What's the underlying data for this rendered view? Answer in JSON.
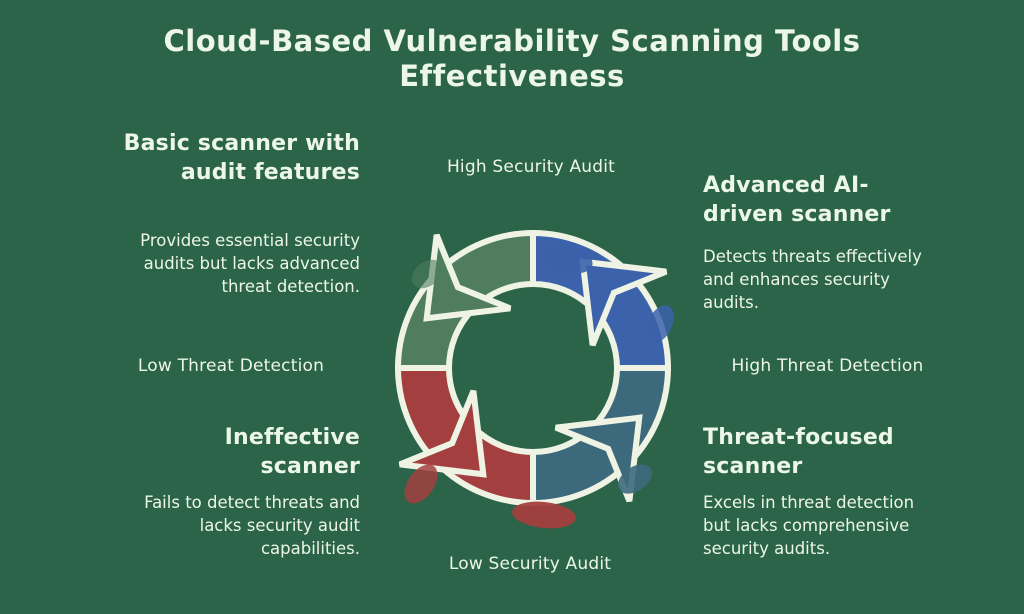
{
  "title": "Cloud-Based Vulnerability Scanning Tools Effectiveness",
  "axis_labels": {
    "top": "High Security Audit",
    "bottom": "Low Security Audit",
    "left": "Low Threat Detection",
    "right": "High Threat Detection"
  },
  "sections": {
    "top_left": {
      "heading": "Basic scanner with audit features",
      "body": "Provides essential security audits but lacks advanced threat detection."
    },
    "top_right": {
      "heading": "Advanced AI-driven scanner",
      "body": "Detects threats effectively and enhances security audits."
    },
    "bottom_left": {
      "heading": "Ineffective scanner",
      "body": "Fails to detect threats and lacks security audit capabilities."
    },
    "bottom_right": {
      "heading": "Threat-focused scanner",
      "body": "Excels in threat detection but lacks comprehensive security audits."
    }
  },
  "diagram": {
    "type": "four-segment cycle with arrowheads",
    "outline_color": "#eef3e3",
    "segments": [
      {
        "position": "top-left",
        "label": "Basic scanner with audit features",
        "color": "#4f7d5e"
      },
      {
        "position": "top-right",
        "label": "Advanced AI-driven scanner",
        "color": "#3b62aa"
      },
      {
        "position": "bottom-right",
        "label": "Threat-focused scanner",
        "color": "#3d697c"
      },
      {
        "position": "bottom-left",
        "label": "Ineffective scanner",
        "color": "#a33f3e"
      }
    ]
  },
  "colors": {
    "background": "#2b6449",
    "text": "#ecf6e9",
    "outline": "#eef3e3",
    "segment_green": "#4f7d5e",
    "segment_blue": "#3b62aa",
    "segment_teal": "#3d697c",
    "segment_red": "#a33f3e"
  }
}
